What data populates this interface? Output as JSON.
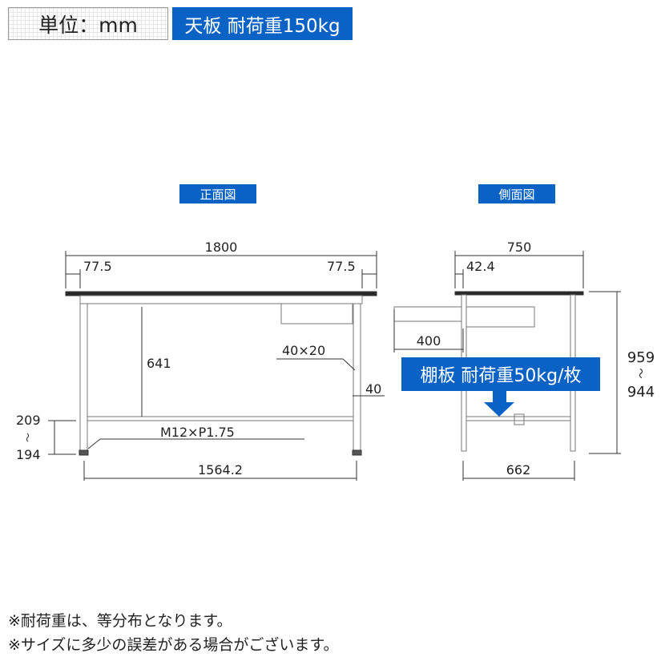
{
  "header": {
    "unit_label": "単位：mm",
    "top_load_label": "天板 耐荷重150kg"
  },
  "front_view": {
    "title": "正面図",
    "width_total": "1800",
    "offset_left": "77.5",
    "offset_right": "77.5",
    "height_inner": "641",
    "frame_size": "40×20",
    "frame_depth": "40",
    "adjuster_high": "209",
    "adjuster_tilde": "〜",
    "adjuster_low": "194",
    "bolt": "M12×P1.75",
    "leg_span": "1564.2"
  },
  "side_view": {
    "title": "側面図",
    "depth_total": "750",
    "offset": "42.4",
    "drawer_travel": "400",
    "shelf_load_label": "棚板 耐荷重50kg/枚",
    "height_high": "959",
    "height_tilde": "〜",
    "height_low": "944",
    "leg_span": "662"
  },
  "notes": [
    "※耐荷重は、等分布となります。",
    "※サイズに多少の誤差がある場合がございます。"
  ],
  "colors": {
    "accent": "#0a63c4",
    "top": "#2a2a2a"
  }
}
